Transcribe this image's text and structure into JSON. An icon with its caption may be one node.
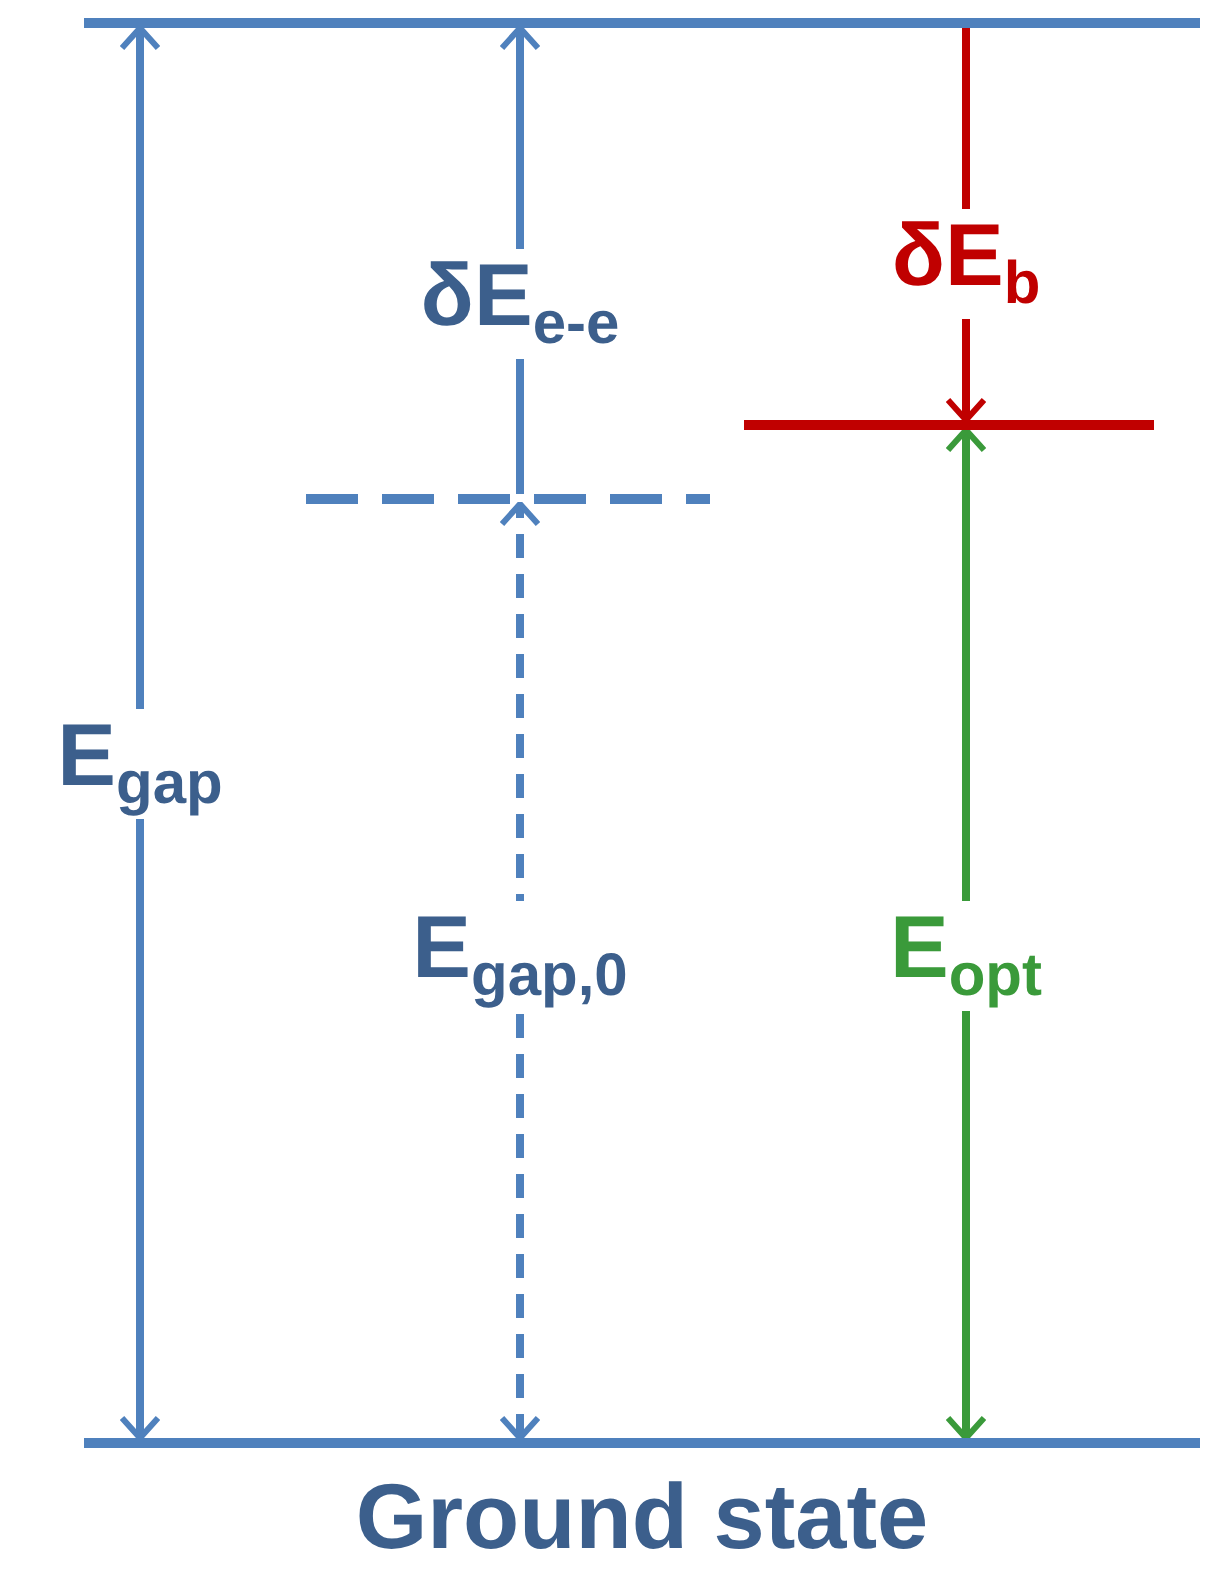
{
  "diagram": {
    "nodes": [
      {
        "text": [],
        "shape": "bar"
      },
      {
        "text": [],
        "shape": "bar"
      },
      {
        "text": [],
        "shape": "bar"
      },
      {
        "text": [
          "Ground state"
        ]
      }
    ],
    "edges": [
      {
        "from": 3,
        "to": 0,
        "arrow": "both",
        "label": "E$_{gap}$"
      },
      {
        "from": 1,
        "to": 0,
        "arrow": "to",
        "label": "δE$_{e-e}$"
      },
      {
        "from": 3,
        "to": 1,
        "arrow": "both",
        "style": "dashed",
        "label": "E$_{gap,0}$"
      },
      {
        "from": 0,
        "to": 2,
        "arrow": "to",
        "label": "δE$_{b}$",
        "color": "#c00000"
      },
      {
        "from": 3,
        "to": 2,
        "arrow": "both",
        "label": "E$_{opt}$",
        "color": "#3a9a3a"
      }
    ]
  }
}
